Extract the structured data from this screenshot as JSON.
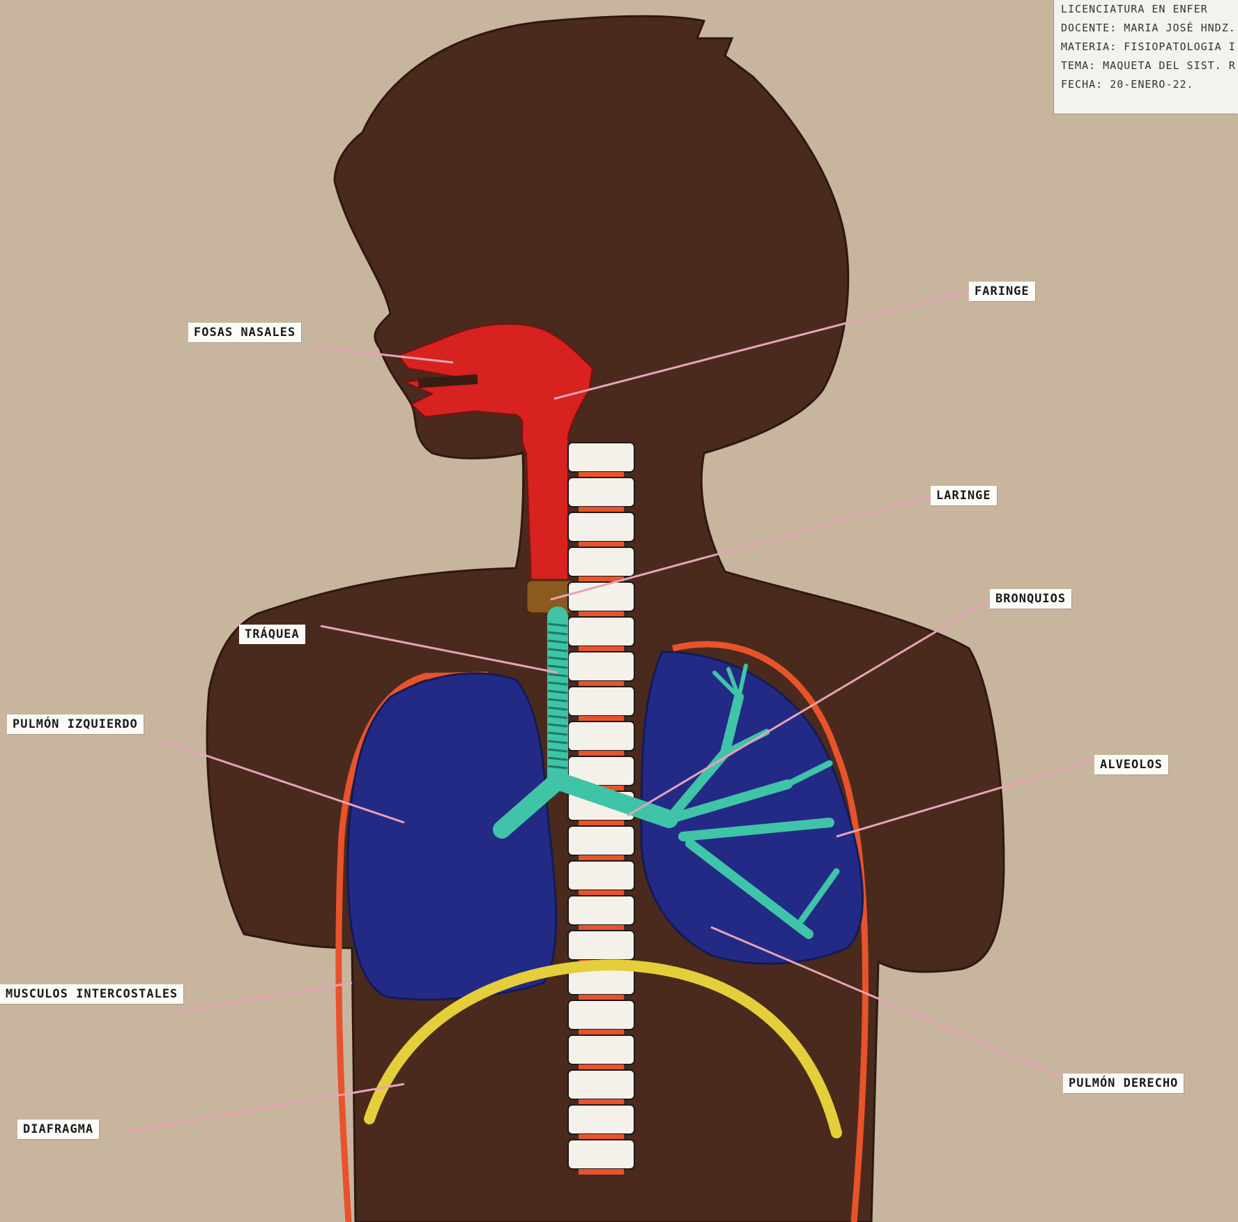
{
  "poster": {
    "colors": {
      "paper": "#c8b59e",
      "silhouette": "#4a2a1d",
      "airway": "#d7221f",
      "lungs": "#232a86",
      "bronchi": "#3fc4a8",
      "spine": "#f3f1ea",
      "diaphragm": "#e4cf3a",
      "ribs_muscle": "#e8532b",
      "thread": "#e8a3b8"
    },
    "info_card": [
      "LICENCIATURA EN ENFER",
      "DOCENTE: MARIA JOSÉ HNDZ.",
      "MATERIA: FISIOPATOLOGIA I",
      "TEMA: MAQUETA DEL SIST. R",
      "FECHA: 20-ENERO-22."
    ],
    "labels": {
      "fosas_nasales": "FOSAS NASALES",
      "faringe": "FARINGE",
      "laringe": "LARINGE",
      "bronquios": "BRONQUIOS",
      "traquea": "TRÁQUEA",
      "pulmon_izquierdo": "PULMÓN IZQUIERDO",
      "alveolos": "ALVEOLOS",
      "musculos_intercostales": "MUSCULOS INTERCOSTALES",
      "pulmon_derecho": "PULMÓN DERECHO",
      "diafragma": "DIAFRAGMA"
    }
  }
}
